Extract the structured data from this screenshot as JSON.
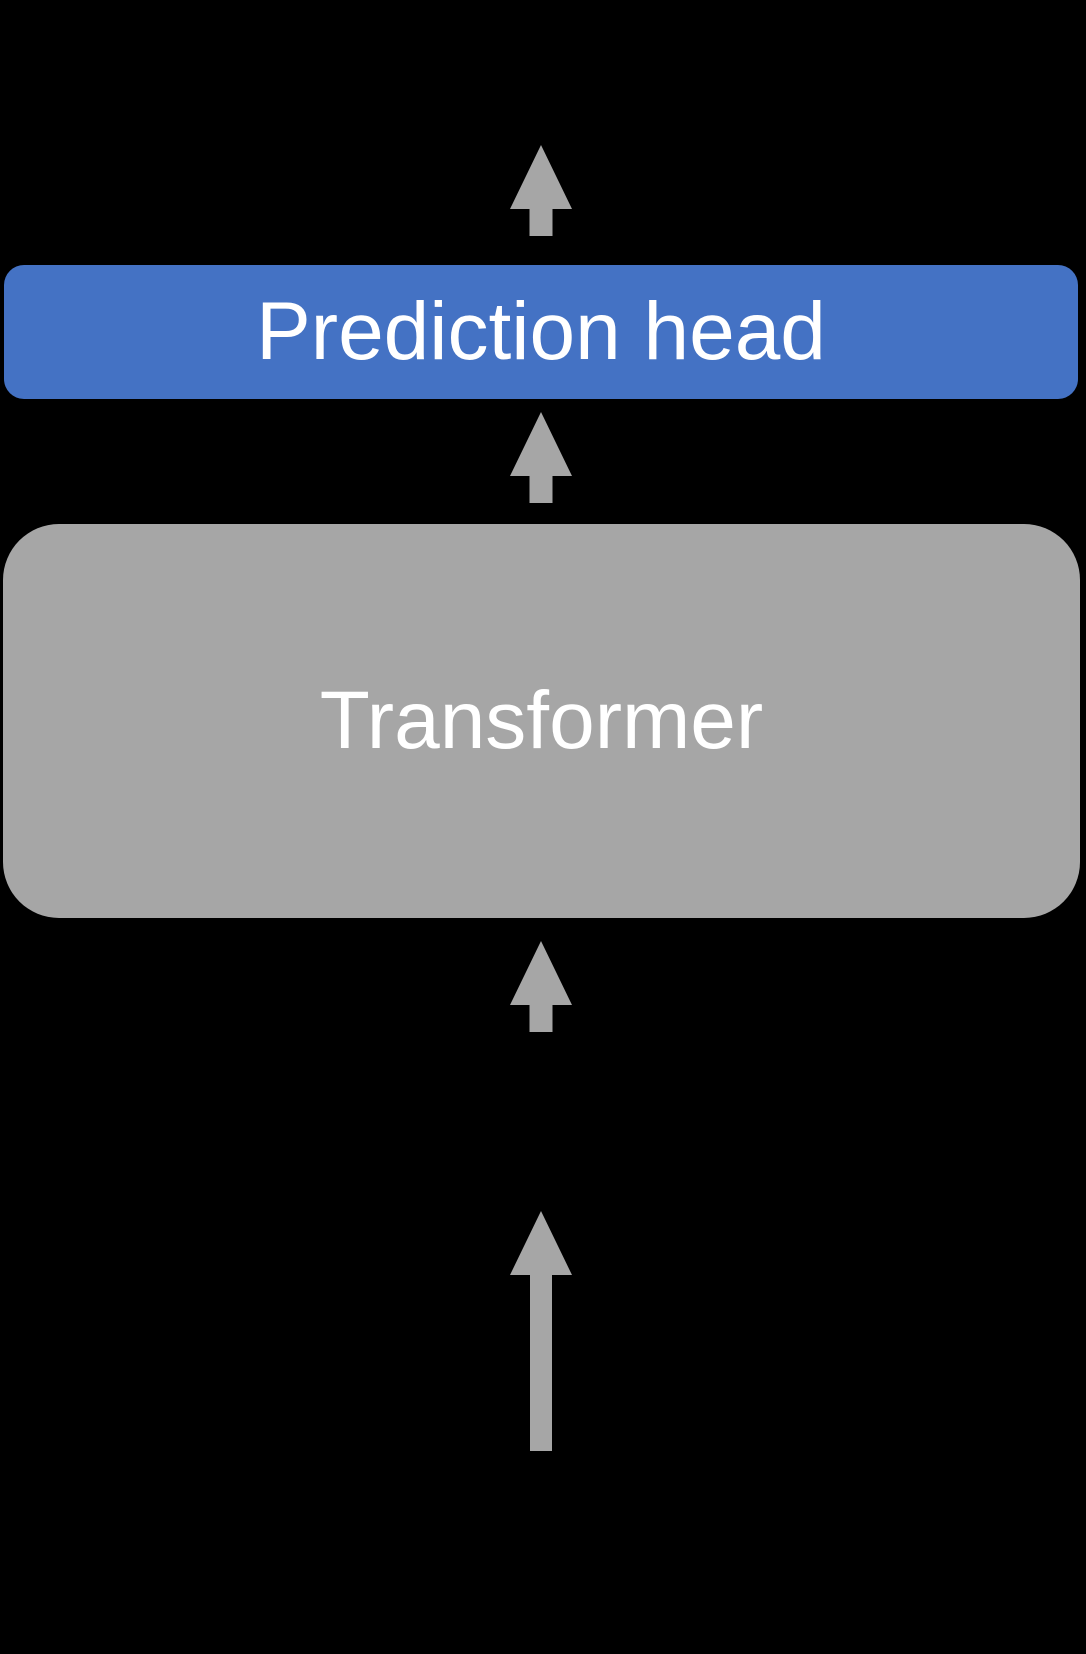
{
  "diagram": {
    "nodes": {
      "prediction_head": {
        "label": "Prediction head",
        "fill": "#4472C4",
        "text_color": "#FFFFFF"
      },
      "transformer": {
        "label": "Transformer",
        "fill": "#A6A6A6",
        "text_color": "#FFFFFF"
      }
    },
    "arrows": [
      {
        "name": "output-up-arrow"
      },
      {
        "name": "transformer-to-prediction-head-up-arrow"
      },
      {
        "name": "input-to-transformer-up-arrow"
      },
      {
        "name": "input-up-arrow-long"
      }
    ]
  },
  "colors": {
    "background": "#000000",
    "arrow": "#A6A6A6",
    "prediction_head_fill": "#4472C4",
    "transformer_fill": "#A6A6A6",
    "label_text": "#FFFFFF"
  }
}
